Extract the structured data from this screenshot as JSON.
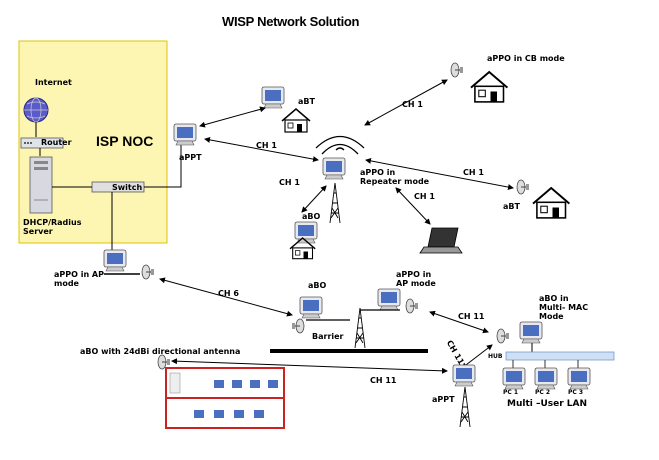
{
  "title": "WISP Network Solution",
  "isp_noc": {
    "label": "ISP NOC",
    "internet": "Internet",
    "router": "Router",
    "switch": "Switch",
    "server": "DHCP/Radius Server"
  },
  "devices": {
    "appt_top": "aPPT",
    "abt_top": "aBT",
    "appo_cb": "aPPO in CB mode",
    "appo_repeater": "aPPO in Repeater mode",
    "abo_left": "aBO",
    "abt_right": "aBT",
    "appo_ap_left": "aPPO in AP mode",
    "abo_barrier": "aBO",
    "appo_ap_mid": "aPPO in AP mode",
    "barrier": "Barrier",
    "abo_multi_mac": "aBO in Multi- MAC Mode",
    "abo_directional": "aBO with 24dBi directional antenna",
    "appt_bottom": "aPPT",
    "hub": "HUB",
    "pc1": "PC 1",
    "pc2": "PC 2",
    "pc3": "PC 3",
    "multi_user_lan": "Multi –User LAN"
  },
  "channels": {
    "ch1_a": "CH 1",
    "ch1_b": "CH 1",
    "ch1_c": "CH 1",
    "ch1_d": "CH 1",
    "ch1_e": "CH 1",
    "ch6": "CH 6",
    "ch11_a": "CH 11",
    "ch11_b": "CH 11",
    "ch11_c": "CH 11"
  },
  "colors": {
    "noc_fill": "#fdf6b3",
    "noc_border": "#e0c400",
    "hub_fill": "#cde0f5",
    "building": "#cc2222"
  }
}
